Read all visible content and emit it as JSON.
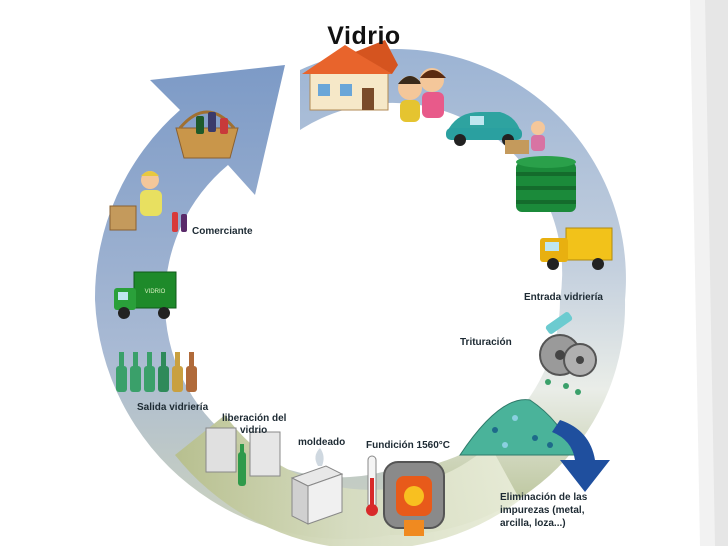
{
  "title": "Vidrio",
  "labels": {
    "comerciante": "Comerciante",
    "entrada_vidrieria": "Entrada vidriería",
    "trituracion": "Trituración",
    "salida_vidrieria": "Salida vidriería",
    "liberacion_line1": "liberación del",
    "liberacion_line2": "vidrio",
    "moldeado": "moldeado",
    "fundicion": "Fundición 1560°C",
    "eliminacion_line1": "Eliminación de las",
    "eliminacion_line2": "impurezas (metal,",
    "eliminacion_line3": "arcilla, loza...)",
    "truck_text": "VIDRIO"
  },
  "colors": {
    "ring_blue": "#7f9fc8",
    "ring_light": "#e4eae8",
    "ring_bottom": "#a9b57c",
    "arrow_dark_blue": "#1f4f9e",
    "truck_green": "#1e8a2a",
    "container_green": "#1b8a3a",
    "truck_yellow": "#f2c21a",
    "bottle_green": "#3aa06a",
    "house_roof": "#e8642c"
  },
  "icons": [
    "house-icon",
    "people-icon",
    "car-icon",
    "container-icon",
    "yellow-truck-icon",
    "crusher-icon",
    "glass-pile-icon",
    "furnace-icon",
    "thermometer-icon",
    "mold-icon",
    "glass-mold-icon",
    "bottles-icon",
    "green-truck-icon",
    "merchant-icon",
    "basket-icon"
  ]
}
